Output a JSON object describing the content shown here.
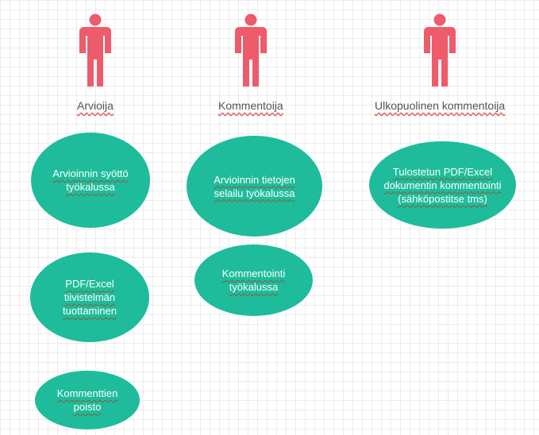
{
  "actors": [
    {
      "label": "Arvioija",
      "color": "#ee5b6b",
      "icon": "person-icon"
    },
    {
      "label": "Kommentoija",
      "color": "#ee5b6b",
      "icon": "person-icon"
    },
    {
      "label": "Ulkopuolinen kommentoija",
      "color": "#ee5b6b",
      "icon": "person-icon"
    }
  ],
  "use_cases": [
    {
      "label": "Arvioinnin syöttö työkalussa",
      "actor": "Arvioija"
    },
    {
      "label": "PDF/Excel tiivistelmän tuottaminen",
      "actor": "Arvioija"
    },
    {
      "label": "Kommenttien poisto",
      "actor": "Arvioija"
    },
    {
      "label": "Arvioinnin tietojen selailu työkalussa",
      "actor": "Kommentoija"
    },
    {
      "label": "Kommentointi työkalussa",
      "actor": "Kommentoija"
    },
    {
      "label": "Tulostetun PDF/Excel dokumentin kommentointi (sähköpostitse tms)",
      "actor": "Ulkopuolinen kommentoija"
    }
  ],
  "colors": {
    "use_case_fill": "#1ebc9b",
    "actor_fill": "#ee5b6b"
  }
}
